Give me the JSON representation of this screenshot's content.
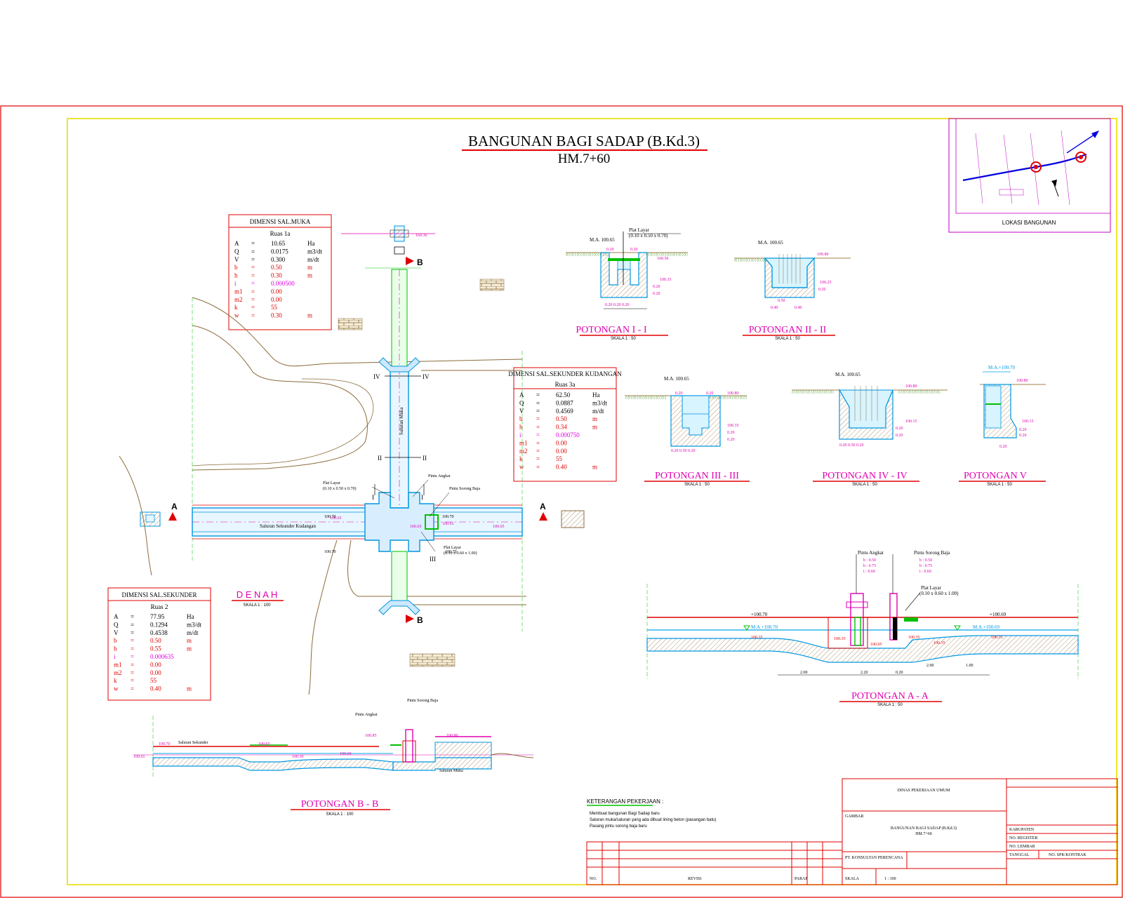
{
  "title": {
    "main": "BANGUNAN BAGI SADAP (B.Kd.3)",
    "sub": "HM.7+60"
  },
  "location_inset": {
    "label": "LOKASI BANGUNAN"
  },
  "denah": {
    "title": "D E N A H",
    "scale": "SKALA 1 : 100",
    "channel_label": "Saluran Sekunder Kudangan",
    "channel_label_v": "Saluran Muka"
  },
  "sections": [
    {
      "id": "s1",
      "title": "POTONGAN I - I",
      "scale": "SKALA 1 : 50"
    },
    {
      "id": "s2",
      "title": "POTONGAN II - II",
      "scale": "SKALA 1 : 50"
    },
    {
      "id": "s3",
      "title": "POTONGAN III - III",
      "scale": "SKALA 1 : 50"
    },
    {
      "id": "s4",
      "title": "POTONGAN IV - IV",
      "scale": "SKALA 1 : 50"
    },
    {
      "id": "s5",
      "title": "POTONGAN  V",
      "scale": "SKALA 1 : 50"
    },
    {
      "id": "sa",
      "title": "POTONGAN A - A",
      "scale": "SKALA 1 : 50"
    },
    {
      "id": "sb",
      "title": "POTONGAN B - B",
      "scale": "SKALA 1 : 100"
    }
  ],
  "dim_muka": {
    "title": "DIMENSI SAL.MUKA",
    "ruas": "Ruas 1a",
    "rows": [
      {
        "k": "A",
        "v": "10.65",
        "u": "Ha"
      },
      {
        "k": "Q",
        "v": "0.0175",
        "u": "m3/dt"
      },
      {
        "k": "V",
        "v": "0.300",
        "u": "m/dt"
      },
      {
        "k": "b",
        "v": "0.50",
        "u": "m"
      },
      {
        "k": "h",
        "v": "0.30",
        "u": "m"
      },
      {
        "k": "i",
        "v": "0.000500",
        "u": ""
      },
      {
        "k": "m1",
        "v": "0.00",
        "u": ""
      },
      {
        "k": "m2",
        "v": "0.00",
        "u": ""
      },
      {
        "k": "k",
        "v": "55",
        "u": ""
      },
      {
        "k": "w",
        "v": "0.30",
        "u": "m"
      }
    ]
  },
  "dim_kudangan": {
    "title": "DIMENSI SAL.SEKUNDER KUDANGAN",
    "ruas": "Ruas 3a",
    "rows": [
      {
        "k": "A",
        "v": "62.50",
        "u": "Ha"
      },
      {
        "k": "Q",
        "v": "0.0887",
        "u": "m3/dt"
      },
      {
        "k": "V",
        "v": "0.4569",
        "u": "m/dt"
      },
      {
        "k": "b",
        "v": "0.50",
        "u": "m"
      },
      {
        "k": "h",
        "v": "0.34",
        "u": "m"
      },
      {
        "k": "i",
        "v": "0.000750",
        "u": ""
      },
      {
        "k": "m1",
        "v": "0.00",
        "u": ""
      },
      {
        "k": "m2",
        "v": "0.00",
        "u": ""
      },
      {
        "k": "k",
        "v": "55",
        "u": ""
      },
      {
        "k": "w",
        "v": "0.40",
        "u": "m"
      }
    ]
  },
  "dim_sekunder": {
    "title": "DIMENSI SAL.SEKUNDER",
    "ruas": "Ruas 2",
    "rows": [
      {
        "k": "A",
        "v": "77.95",
        "u": "Ha"
      },
      {
        "k": "Q",
        "v": "0.1294",
        "u": "m3/dt"
      },
      {
        "k": "V",
        "v": "0.4538",
        "u": "m/dt"
      },
      {
        "k": "b",
        "v": "0.50",
        "u": "m"
      },
      {
        "k": "h",
        "v": "0.55",
        "u": "m"
      },
      {
        "k": "i",
        "v": "0.000635",
        "u": ""
      },
      {
        "k": "m1",
        "v": "0.00",
        "u": ""
      },
      {
        "k": "m2",
        "v": "0.00",
        "u": ""
      },
      {
        "k": "k",
        "v": "55",
        "u": ""
      },
      {
        "k": "w",
        "v": "0.40",
        "u": "m"
      }
    ]
  },
  "potongan_aa": {
    "pintu_angkat": {
      "label": "Pintu Angkat",
      "vals": [
        "b : 0.50",
        "h : 0.75",
        "t : 0.60"
      ]
    },
    "pintu_sorong": {
      "label": "Pintu Sorong Baja",
      "vals": [
        "b : 0.50",
        "h : 0.75",
        "t : 0.60"
      ]
    },
    "plat_layar": "Plat Layar",
    "plat_layar_dim": "(0.10 x 0.60 x 1.00)",
    "elev_left": "+100.70",
    "elev_right": "+100.69",
    "ma_left": "M.A.+100.70",
    "ma_right": "M.A.+100.69"
  },
  "potongan_i_note": {
    "label": "Plat Layar",
    "dim": "(0.10 x 0.50 x 0.70)"
  },
  "keterangan": {
    "title": "KETERANGAN PEKERJAAN :",
    "lines": [
      "Membuat bangunan Bagi Sadap baru",
      "Saluran muka/saluran yang ada dibuat lining beton (pasangan batu)",
      "Pasang pintu sorong baja baru"
    ]
  },
  "title_block": {
    "agency": "DINAS PEKERJAAN UMUM",
    "judul_label": "GAMBAR",
    "judul": "BANGUNAN BAGI SADAP (B.Kd.3)",
    "judul_sub": "HM.7+60",
    "kabupaten": "KABUPATEN",
    "no_register": "NO. REGISTER",
    "no_lembar": "NO. LEMBAR",
    "tanggal": "TANGGAL",
    "no_kontrak": "NO. SPK/KONTRAK",
    "konsultan": "PT. KONSULTAN PERENCANA",
    "skala": "SKALA",
    "skala_val": "1 : 100",
    "revisi": "REVISI",
    "no": "NO.",
    "paraf": "PARAF"
  },
  "colors": {
    "frame": "#e00000",
    "inner_frame": "#e8e000",
    "concrete_outline": "#0096e0",
    "water": "#00a8e8",
    "elevation_text": "#e0007a",
    "title_text": "#e000b0",
    "hatch": "#8b6b3a",
    "green": "#00c000",
    "ground": "#a0804a"
  }
}
